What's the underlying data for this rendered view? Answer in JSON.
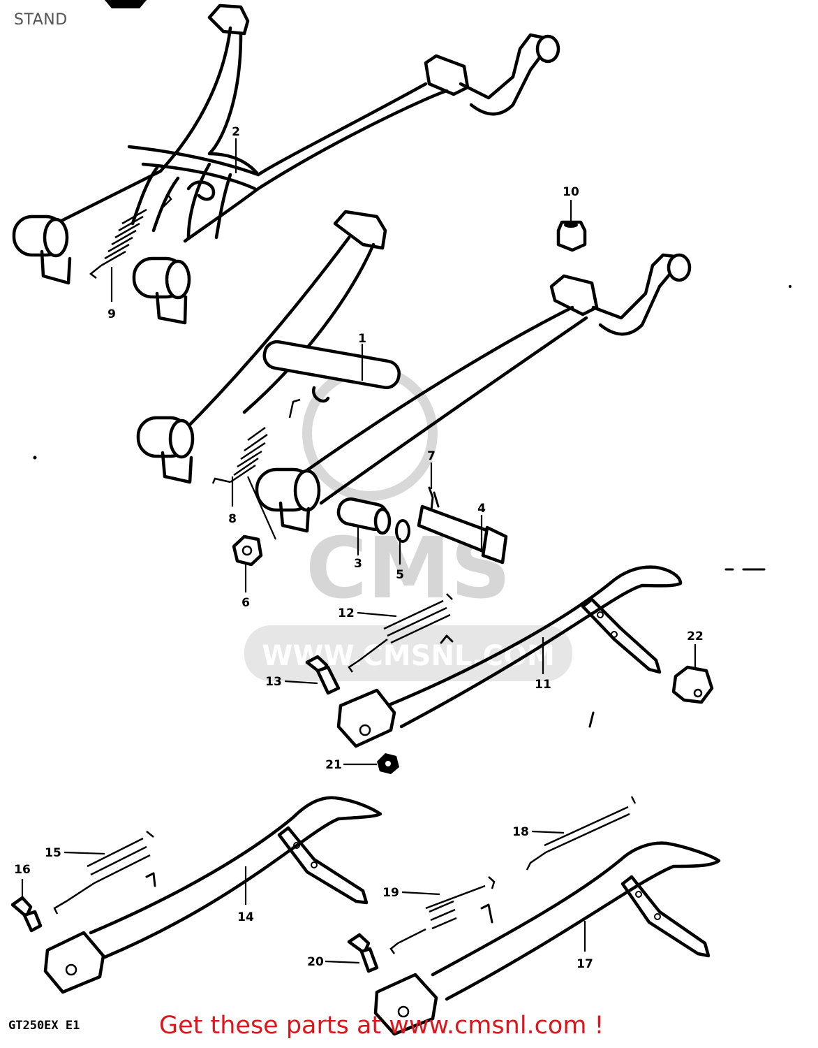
{
  "header": {
    "title": "STAND"
  },
  "footer": {
    "model_code": "GT250EX E1",
    "cta": "Get these parts at www.cmsnl.com !"
  },
  "watermark": {
    "brand": "CMS",
    "url": "WWW.CMSNL.COM"
  },
  "callouts": [
    {
      "id": "c1",
      "label": "1"
    },
    {
      "id": "c2",
      "label": "2"
    },
    {
      "id": "c3",
      "label": "3"
    },
    {
      "id": "c4",
      "label": "4"
    },
    {
      "id": "c5",
      "label": "5"
    },
    {
      "id": "c6",
      "label": "6"
    },
    {
      "id": "c7",
      "label": "7"
    },
    {
      "id": "c8",
      "label": "8"
    },
    {
      "id": "c9",
      "label": "9"
    },
    {
      "id": "c10",
      "label": "10"
    },
    {
      "id": "c11",
      "label": "11"
    },
    {
      "id": "c12",
      "label": "12"
    },
    {
      "id": "c13",
      "label": "13"
    },
    {
      "id": "c14",
      "label": "14"
    },
    {
      "id": "c15",
      "label": "15"
    },
    {
      "id": "c16",
      "label": "16"
    },
    {
      "id": "c17",
      "label": "17"
    },
    {
      "id": "c18",
      "label": "18"
    },
    {
      "id": "c19",
      "label": "19"
    },
    {
      "id": "c20",
      "label": "20"
    },
    {
      "id": "c21",
      "label": "21"
    },
    {
      "id": "c22",
      "label": "22"
    }
  ]
}
